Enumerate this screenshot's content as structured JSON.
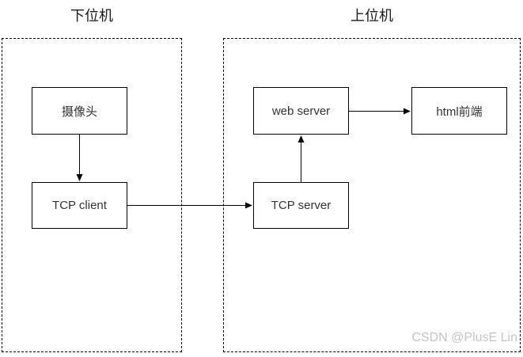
{
  "diagram": {
    "groups": [
      {
        "id": "lower-machine",
        "title": "下位机"
      },
      {
        "id": "upper-machine",
        "title": "上位机"
      }
    ],
    "nodes": [
      {
        "id": "camera",
        "label": "摄像头",
        "group": "下位机"
      },
      {
        "id": "tcp-client",
        "label": "TCP client",
        "group": "下位机"
      },
      {
        "id": "tcp-server",
        "label": "TCP server",
        "group": "上位机"
      },
      {
        "id": "web-server",
        "label": "web server",
        "group": "上位机"
      },
      {
        "id": "html-frontend",
        "label": "html前端",
        "group": "上位机"
      }
    ],
    "edges": [
      {
        "from": "摄像头",
        "to": "TCP client",
        "direction": "down"
      },
      {
        "from": "TCP client",
        "to": "TCP server",
        "direction": "right"
      },
      {
        "from": "TCP server",
        "to": "web server",
        "direction": "up"
      },
      {
        "from": "web server",
        "to": "html前端",
        "direction": "right"
      }
    ]
  },
  "watermark": {
    "text": "CSDN @PlusE Lin",
    "color": "#c5c5c5"
  },
  "colors": {
    "background": "#ffffff",
    "line": "#000000",
    "node_border": "#000000",
    "node_text": "#333333",
    "title_text": "#1a1a1a"
  }
}
